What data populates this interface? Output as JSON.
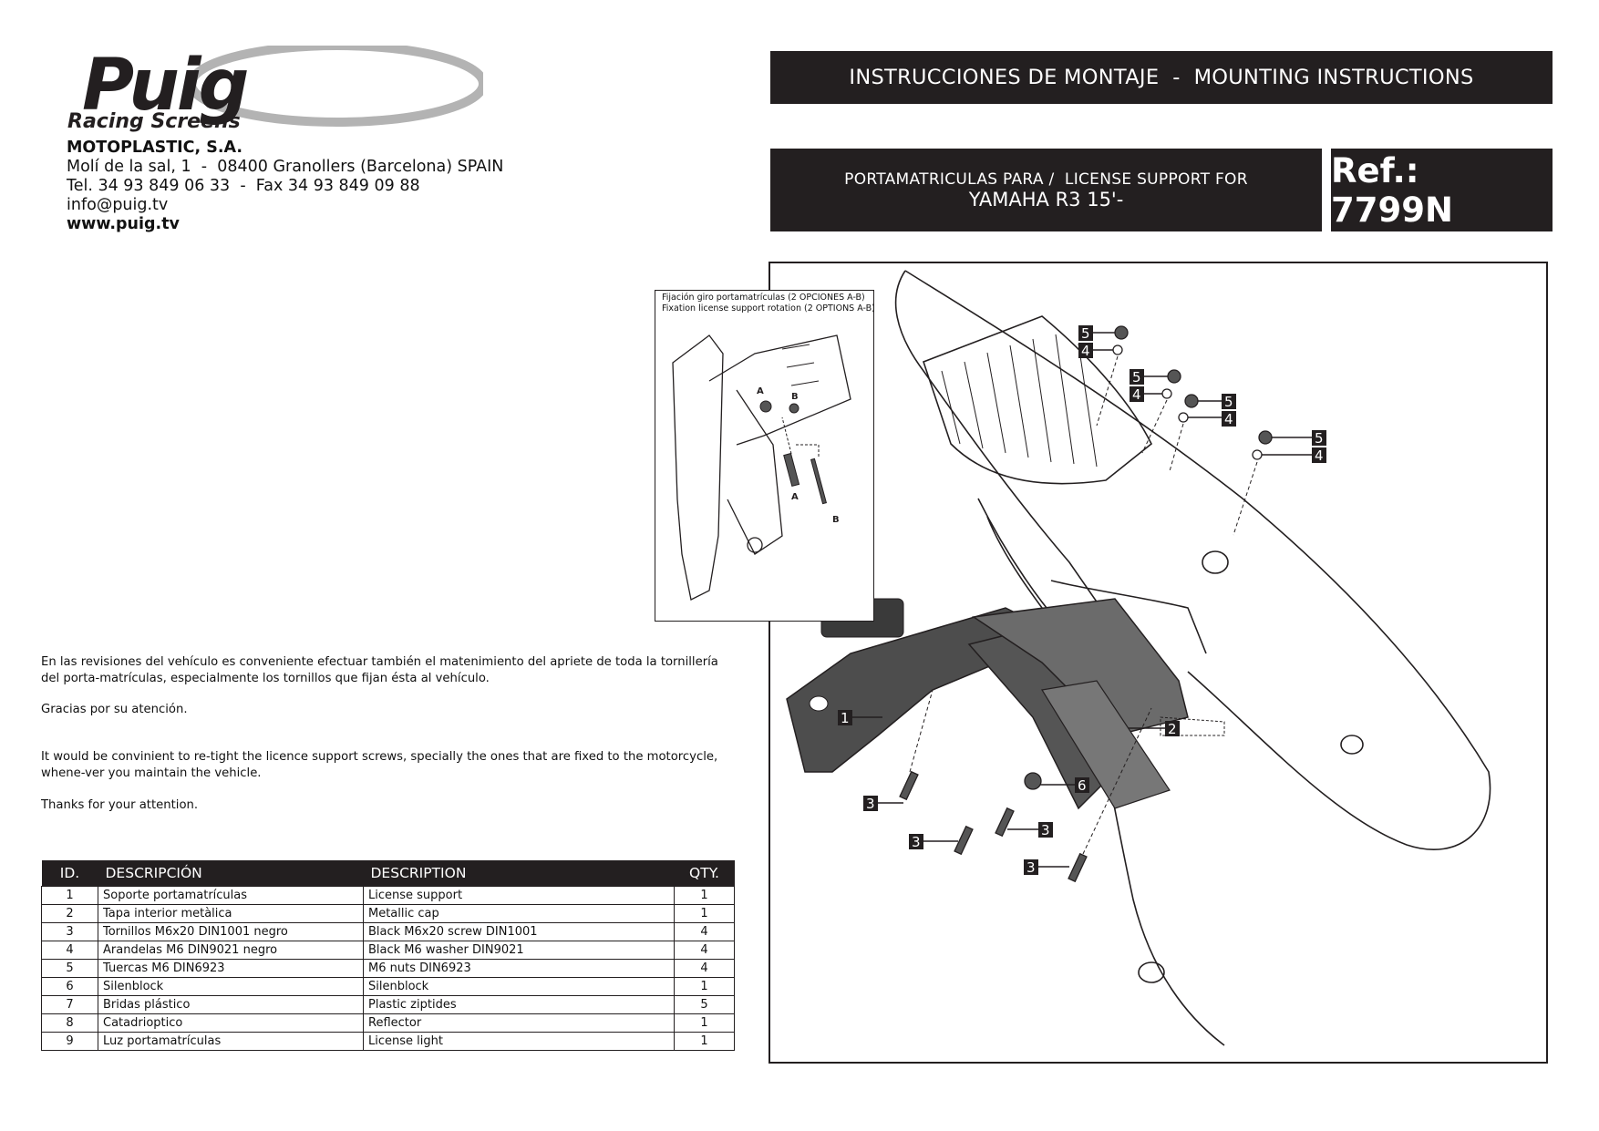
{
  "brand": {
    "logo_word": "Puig",
    "logo_tagline": "Racing Screens"
  },
  "company": {
    "name": "MOTOPLASTIC, S.A.",
    "address": "Molí de la sal, 1  -  08400 Granollers (Barcelona) SPAIN",
    "phone": "Tel. 34 93 849 06 33  -  Fax 34 93 849 09 88",
    "email": "info@puig.tv",
    "web": "www.puig.tv"
  },
  "header": {
    "title": "INSTRUCCIONES DE MONTAJE  -  MOUNTING INSTRUCTIONS",
    "product_line1": "PORTAMATRICULAS PARA /  LICENSE SUPPORT FOR",
    "product_line2": "YAMAHA R3 15'-",
    "ref": "Ref.: 7799N"
  },
  "notes": {
    "es_maintenance": "En las revisiones del vehículo es conveniente efectuar también el matenimiento del apriete de toda la tornillería del porta-matrículas, especialmente los tornillos que fijan ésta al vehículo.",
    "es_thanks": "Gracias por su atención.",
    "en_maintenance": "It would be convinient to re-tight the licence support screws, specially the ones that are fixed to the motorcycle, whene-ver you maintain the vehicle.",
    "en_thanks": "Thanks for your attention."
  },
  "parts_table": {
    "headers": {
      "id": "ID.",
      "desc_es": "DESCRIPCIÓN",
      "desc_en": "DESCRIPTION",
      "qty": "QTY."
    },
    "rows": [
      {
        "id": "1",
        "es": "Soporte portamatrículas",
        "en": "License support",
        "qty": "1"
      },
      {
        "id": "2",
        "es": "Tapa interior metàlica",
        "en": "Metallic cap",
        "qty": "1"
      },
      {
        "id": "3",
        "es": "Tornillos M6x20 DIN1001 negro",
        "en": "Black M6x20 screw DIN1001",
        "qty": "4"
      },
      {
        "id": "4",
        "es": "Arandelas M6 DIN9021 negro",
        "en": "Black M6 washer DIN9021",
        "qty": "4"
      },
      {
        "id": "5",
        "es": "Tuercas M6 DIN6923",
        "en": "M6 nuts DIN6923",
        "qty": "4"
      },
      {
        "id": "6",
        "es": "Silenblock",
        "en": "Silenblock",
        "qty": "1"
      },
      {
        "id": "7",
        "es": "Bridas plástico",
        "en": "Plastic ziptides",
        "qty": "5"
      },
      {
        "id": "8",
        "es": "Catadrioptico",
        "en": "Reflector",
        "qty": "1"
      },
      {
        "id": "9",
        "es": "Luz portamatrículas",
        "en": "License light",
        "qty": "1"
      }
    ]
  },
  "detail": {
    "caption_es": "Fijación giro portamatrículas (2 OPCIONES A-B)",
    "caption_en": "Fixation license support rotation (2 OPTIONS A-B)",
    "option_a": "A",
    "option_b": "B"
  },
  "callouts": {
    "part1": "1",
    "part2": "2",
    "part3": "3",
    "part4": "4",
    "part5": "5",
    "part6": "6"
  }
}
